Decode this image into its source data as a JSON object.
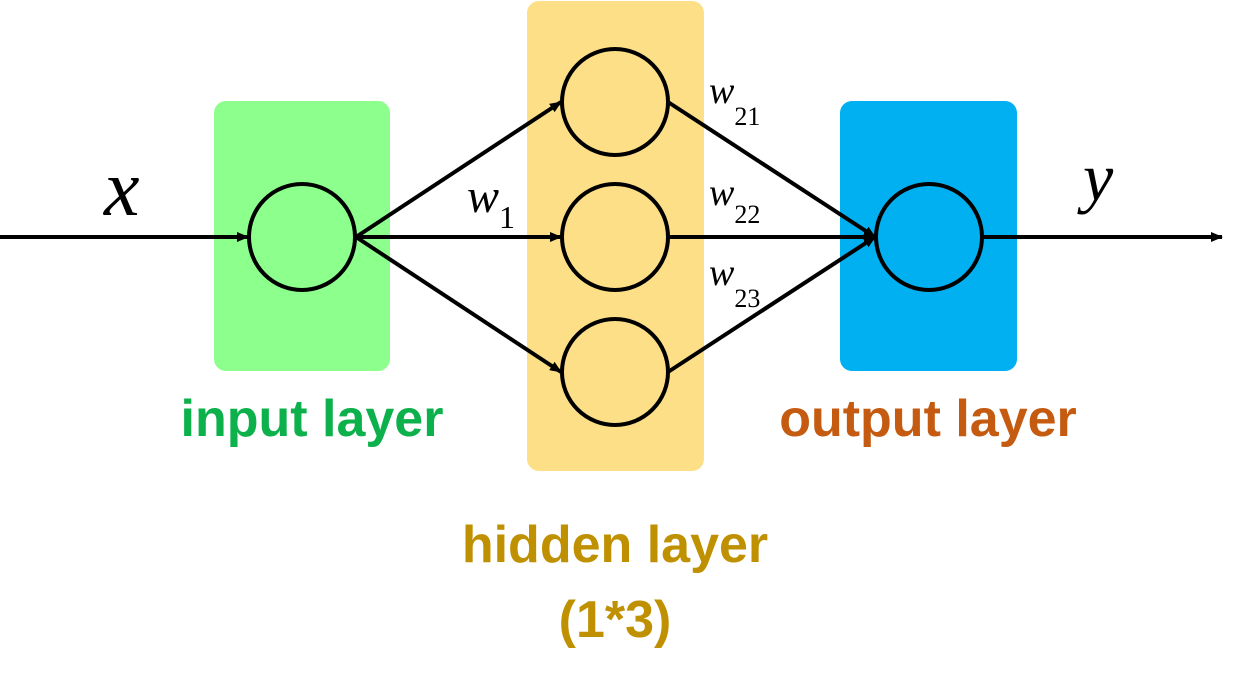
{
  "layers": {
    "input": {
      "label": "input layer",
      "fill_color": "#8cff8c",
      "label_color": "#0db14b"
    },
    "hidden": {
      "label_line1": "hidden layer",
      "label_line2": "(1*3)",
      "fill_color": "#fddf88",
      "label_color": "#bf9000"
    },
    "output": {
      "label": "output layer",
      "fill_color": "#00b0f0",
      "label_color": "#c55a11"
    }
  },
  "variables": {
    "input_symbol": "x",
    "output_symbol": "y"
  },
  "weights": {
    "w1": {
      "symbol": "w",
      "subscript": "1"
    },
    "w21": {
      "symbol": "w",
      "subscript": "21"
    },
    "w22": {
      "symbol": "w",
      "subscript": "22"
    },
    "w23": {
      "symbol": "w",
      "subscript": "23"
    }
  },
  "neuron_counts": {
    "input": 1,
    "hidden": 3,
    "output": 1
  },
  "line_color": "#000000"
}
